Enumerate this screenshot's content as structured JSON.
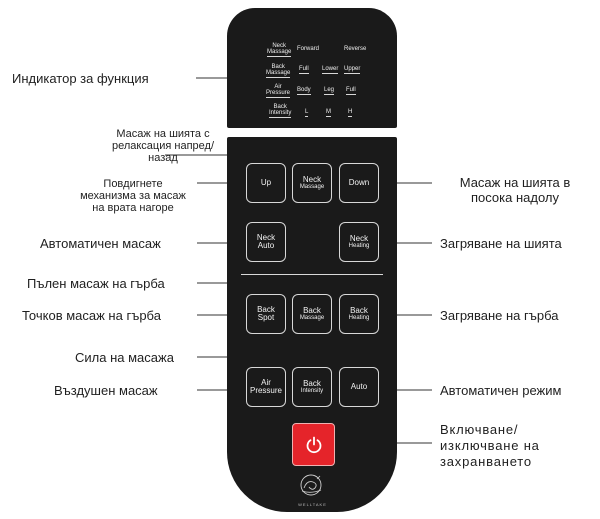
{
  "indicator_panel": {
    "rows": [
      [
        "Neck Massage",
        "Forward",
        "Reverse"
      ],
      [
        "Back Massage",
        "Full",
        "Lower",
        "Upper"
      ],
      [
        "Air Pressure",
        "Body",
        "Leg",
        "Full"
      ],
      [
        "Back Intensity",
        "L",
        "M",
        "H"
      ]
    ]
  },
  "buttons": {
    "up": "Up",
    "neck_massage": {
      "line1": "Neck",
      "line2": "Massage"
    },
    "down": "Down",
    "neck_auto": {
      "line1": "Neck",
      "line2": "Auto"
    },
    "neck_heating": {
      "line1": "Neck",
      "line2": "Heating"
    },
    "back_spot": {
      "line1": "Back",
      "line2": "Spot"
    },
    "back_massage": {
      "line1": "Back",
      "line2": "Massage"
    },
    "back_heating": {
      "line1": "Back",
      "line2": "Heating"
    },
    "air_pressure": {
      "line1": "Air",
      "line2": "Pressure"
    },
    "back_intensity": {
      "line1": "Back",
      "line2": "Intensity"
    },
    "auto": "Auto"
  },
  "brand": "WELLTAKE",
  "labels": {
    "function_indicator": "Индикатор за функция",
    "neck_relax": [
      "Масаж на шията с",
      "релаксация напред/",
      "назад"
    ],
    "raise_mechanism": [
      "Повдигнете",
      "механизма за масаж",
      "на врата нагоре"
    ],
    "neck_down": [
      "Масаж на шията в",
      "посока надолу"
    ],
    "auto_massage": "Автоматичен масаж",
    "neck_heating": "Загряване на шията",
    "full_back": "Пълен масаж на гърба",
    "spot_back": "Точков масаж на гърба",
    "back_heating": "Загряване на гърба",
    "intensity": "Сила на масажа",
    "air_massage": "Въздушен масаж",
    "auto_mode": "Автоматичен режим",
    "power": [
      "Включване/",
      "изключване на",
      "захранването"
    ]
  },
  "colors": {
    "panel": "#1a1a1a",
    "power": "#e5242a",
    "line": "#d8d8d8"
  },
  "icons": {
    "power": "power-icon",
    "logo": "snail-logo-icon"
  }
}
